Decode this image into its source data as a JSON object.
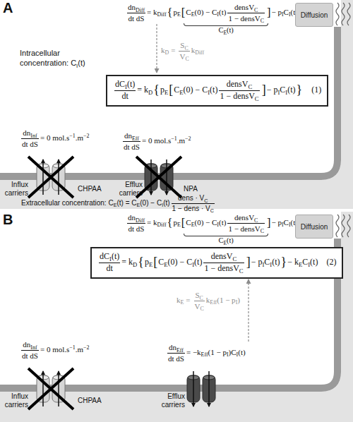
{
  "diagram": {
    "nodes": [
      {
        "text": [
          "Diffusion"
        ]
      },
      {
        "text": [
          "dC",
          "I",
          "(t)",
          "dt",
          "= k",
          "D",
          "{",
          "p",
          "E",
          "[",
          "C",
          "E",
          "(0) − C",
          "I",
          "(t)",
          "densV",
          "C",
          "1 − densV",
          "C",
          "]",
          "− p",
          "I",
          "C",
          "I",
          "(t)",
          "}",
          "(1)"
        ]
      },
      {
        "text": [
          "Diffusion"
        ]
      },
      {
        "text": [
          "dC",
          "I",
          "(t)",
          "dt",
          "= k",
          "D",
          "{",
          "p",
          "E",
          "[",
          "C",
          "E",
          "(0) − C",
          "I",
          "(t)",
          "densV",
          "C",
          "1 − densV",
          "C",
          "]",
          "− p",
          "I",
          "C",
          "I",
          "(t)",
          "}",
          "− k",
          "E",
          "C",
          "I",
          "(t)",
          "(2)"
        ]
      }
    ],
    "labels": [
      "A",
      "dn",
      "Diff",
      "dt dS",
      "= k",
      "Diff",
      "{",
      "p",
      "E",
      "[",
      "C",
      "E",
      "(0) − C",
      "I",
      "(t)",
      "densV",
      "C",
      "1 − densV",
      "C",
      "]",
      "− p",
      "I",
      "C",
      "I",
      "(t)",
      "}",
      "C",
      "E",
      "(t)",
      "Intracellular concentration: C",
      "I",
      "(t)",
      "k",
      "D",
      "=",
      "S",
      "C",
      "V",
      "C",
      "k",
      "Diff",
      "dn",
      "Inf",
      "dt dS",
      "= 0 mol.s",
      "−1",
      ".m",
      "−2",
      "dn",
      "Eff",
      "dt dS",
      "= 0 mol.s",
      "−1",
      ".m",
      "−2",
      "Influx carriers",
      "CHPAA",
      "Efflux carriers",
      "NPA",
      "Extracellular concentration: C",
      "E",
      "(t) = C",
      "E",
      "(0) − C",
      "I",
      "(t)",
      "dens · V",
      "C",
      "1 − dens · V",
      "C",
      "B",
      "dn",
      "Diff",
      "dt dS",
      "= k",
      "Diff",
      "{",
      "p",
      "E",
      "[",
      "C",
      "E",
      "(0) − C",
      "I",
      "(t)",
      "densV",
      "C",
      "1 − densV",
      "C",
      "]",
      "− p",
      "I",
      "C",
      "I",
      "(t)",
      "}",
      "C",
      "E",
      "(t)",
      "k",
      "E",
      "=",
      "S",
      "C",
      "V",
      "C",
      "k",
      "Eff",
      "(1 − p",
      "I",
      ")",
      "dn",
      "Inf",
      "dt dS",
      "= 0 mol.s",
      "−1",
      ".m",
      "−2",
      "dn",
      "Eff",
      "dt dS",
      "= −k",
      "Eff",
      "(1 − p",
      "I",
      ")C",
      "I",
      "(t)",
      "Influx carriers",
      "CHPAA",
      "Efflux carriers"
    ]
  }
}
